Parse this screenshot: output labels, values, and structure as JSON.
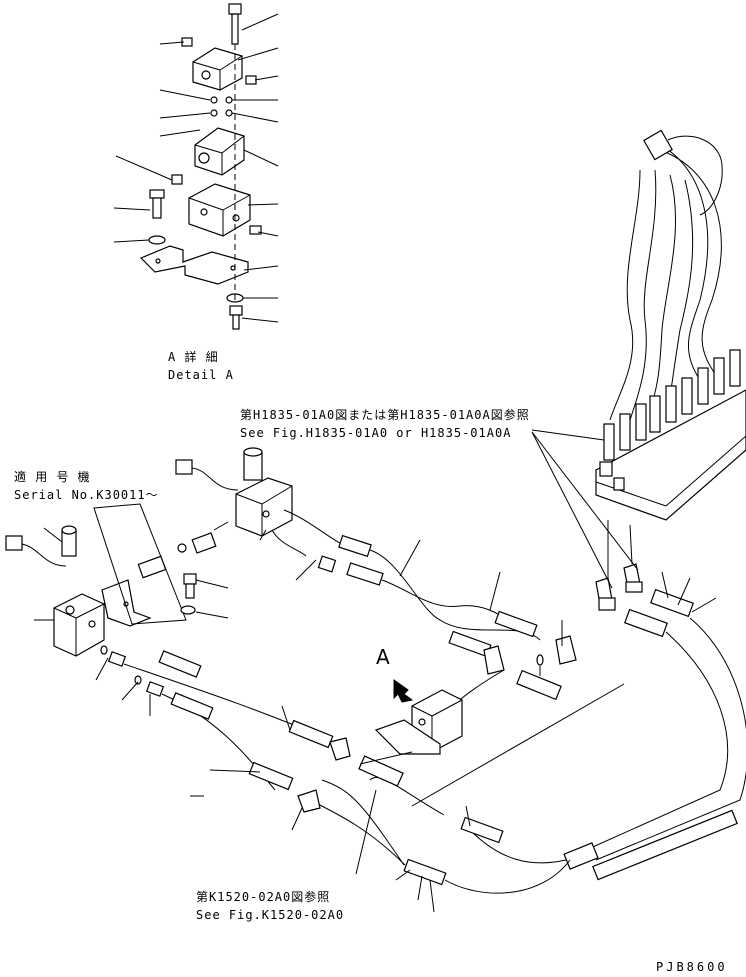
{
  "detail": {
    "title_jp": "A 詳 細",
    "title_en": "Detail A"
  },
  "ref_h1835": {
    "jp": "第H1835-01A0図または第H1835-01A0A図参照",
    "en": "See Fig.H1835-01A0 or H1835-01A0A"
  },
  "serial": {
    "jp": "適 用 号 機",
    "en": "Serial No.K30011～"
  },
  "view_marker": "A",
  "ref_k1520": {
    "jp": "第K1520-02A0図参照",
    "en": "See Fig.K1520-02A0"
  },
  "drawing_code": "PJB8600"
}
